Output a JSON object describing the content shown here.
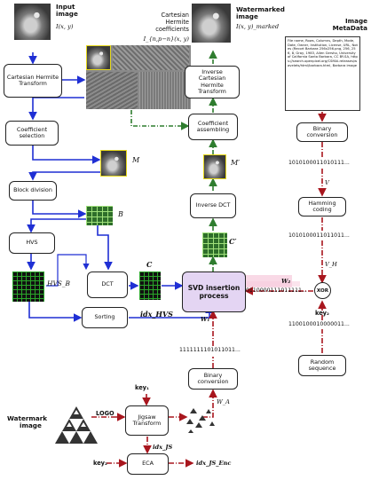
{
  "labels": {
    "input_title": "Input",
    "input_title2": "image",
    "input_sym": "I(x, y)",
    "coef_t1": "Cartesian",
    "coef_t2": "Hermite",
    "coef_t3": "coefficients",
    "coef_sym": "I_{n,p−n}(x, y)",
    "wm_title": "Watermarked",
    "wm_title2": "image",
    "wm_sym": "I(x, y)_marked",
    "meta_title": "Image",
    "meta_title2": "MetaData",
    "M": "M",
    "Mprime": "M′",
    "B": "B",
    "HVSB": "HVS_B",
    "C": "C",
    "Cprime": "C′",
    "idx_hvs": "idx_HVS",
    "W2": "W₂",
    "W1": "W₁",
    "WA": "W_A",
    "V": "V",
    "VH": "V_H",
    "key1": "key₁",
    "key2": "key₂",
    "key2b": "key₂",
    "logo": "LOGO",
    "wm_image1": "Watermark",
    "wm_image2": "image",
    "idx_js": "idx_JS",
    "idx_js_enc": "idx_JS_Enc",
    "bits_top": "1010100011010111...",
    "bits_vh": "1010100011011011...",
    "bits_w2": "0110000111011111...",
    "bits_w1": "1111111101011011...",
    "bits_random": "1100100010000011..."
  },
  "boxes": {
    "cht": "Cartesian Hermite Transform",
    "coef_sel": "Coefficient selection",
    "block_div": "Block division",
    "hvs": "HVS",
    "dct": "DCT",
    "sorting": "Sorting",
    "svd": "SVD insertion process",
    "inv_dct": "Inverse DCT",
    "coef_asm": "Coefficient assembling",
    "inv_cht": "Inverse Cartesian Hermite Transform",
    "binary_conv_right": "Binary conversion",
    "hamming": "Hamming coding",
    "xor": "XOR",
    "random_seq": "Random sequence",
    "binary_conv_mid": "Binary conversion",
    "jigsaw": "Jigsaw Transform",
    "eca": "ECA"
  },
  "metadata_text": "File name, Rows, Columns, Depth, Mode, Date, Owner, Institution, License, URL, Notes (Recort Barbara 256x256.png, 256, 256, 8, Gray, 1983, Allen Gersho, University of California Santa Barbara, CC BY-SA, https://search.openpixel.org/CSMAI-releases/wavelets/html/barbara.html, Barbara image",
  "colors": {
    "blue_arrow": "#1f2fd4",
    "green_arrow": "#2f7d2f",
    "red_arrow": "#a8161e",
    "svd_fill": "#e4d5f3",
    "highlight_pink": "#f7c9dc",
    "yellow_frame": "#e6d81a"
  }
}
